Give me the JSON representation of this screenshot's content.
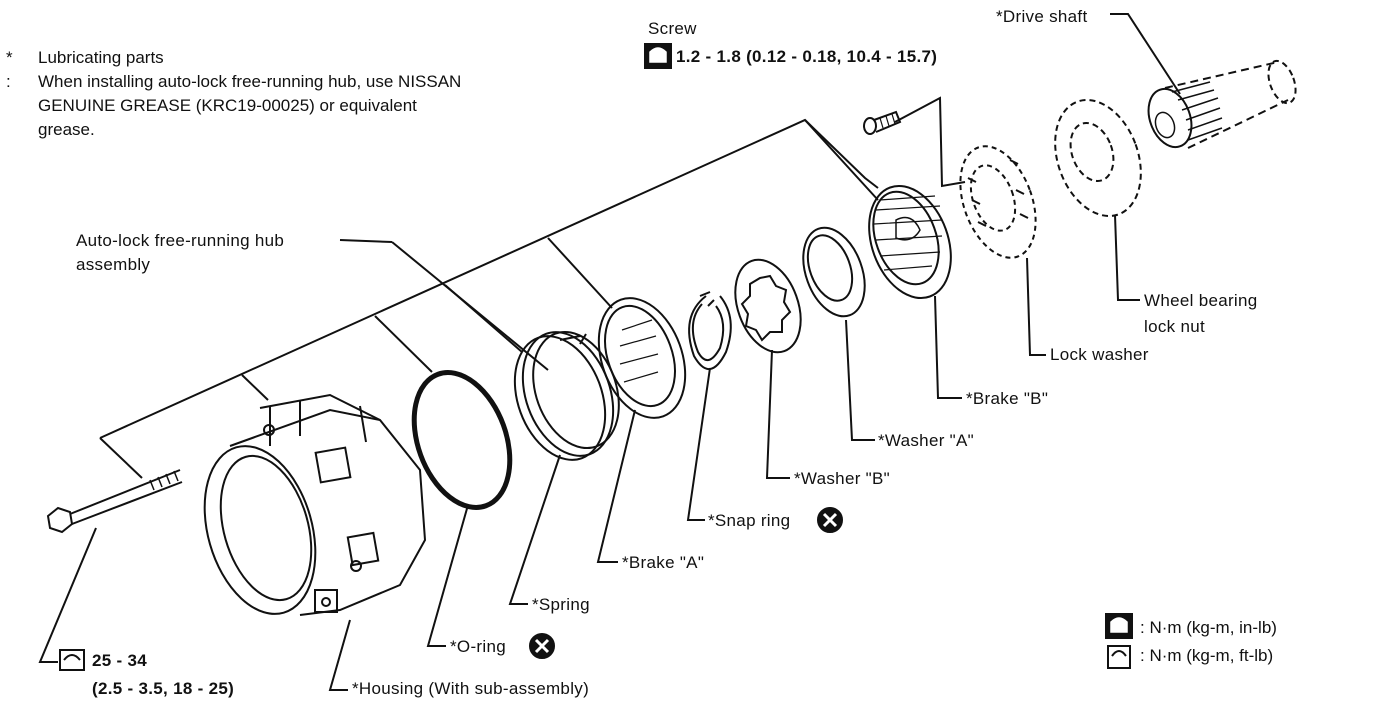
{
  "note": {
    "star": "* :",
    "lines": [
      "Lubricating parts",
      "When installing auto-lock free-running hub, use NISSAN",
      "GENUINE GREASE (KRC19-00025) or equivalent",
      "grease."
    ]
  },
  "labels": {
    "screw": "Screw",
    "screw_torque": "1.2 - 1.8 (0.12 - 0.18, 10.4 - 15.7)",
    "drive_shaft": "*Drive shaft",
    "hub_line1": "Auto-lock free-running hub",
    "hub_line2": "assembly",
    "wheel_nut_line1": "Wheel bearing",
    "wheel_nut_line2": "lock nut",
    "lock_washer": "Lock washer",
    "brake_b": "*Brake \"B\"",
    "washer_a": "*Washer \"A\"",
    "washer_b": "*Washer \"B\"",
    "snap_ring": "*Snap ring",
    "brake_a": "*Brake \"A\"",
    "spring": "*Spring",
    "o_ring": "*O-ring",
    "housing": "*Housing (With sub-assembly)",
    "bolt_torque_line1": "25 - 34",
    "bolt_torque_line2": "(2.5 - 3.5, 18 - 25)"
  },
  "legend": {
    "inlb": ": N·m (kg-m, in-lb)",
    "ftlb": ": N·m (kg-m, ft-lb)"
  }
}
